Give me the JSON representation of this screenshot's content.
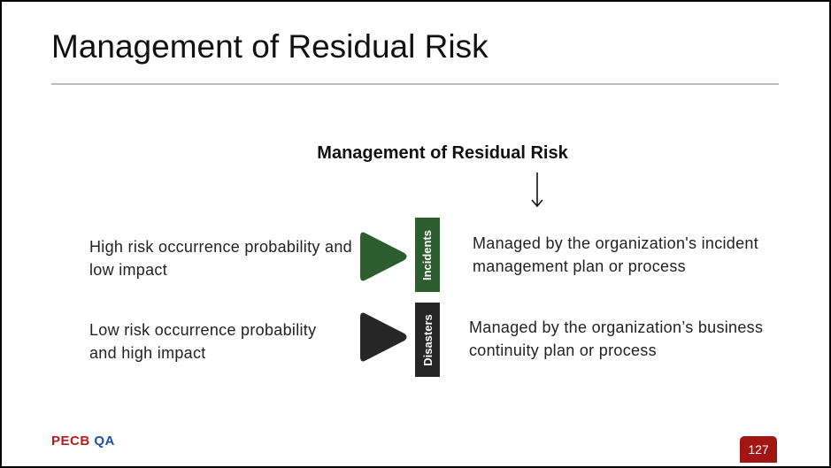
{
  "slide": {
    "title": "Management of Residual Risk",
    "heading": "Management of Residual Risk",
    "rows": [
      {
        "condition": "High risk occurrence probability and low impact",
        "tag": "Incidents",
        "managed_by": "Managed by the organization's incident management plan or process",
        "color": "#2b5d2e"
      },
      {
        "condition": "Low risk occurrence probability and high impact",
        "tag": "Disasters",
        "managed_by": "Managed by the organization’s business continuity plan or process",
        "color": "#262626"
      }
    ],
    "logo": {
      "part1": "PECB",
      "part2": "QA"
    },
    "page_number": "127",
    "icons": {
      "arrow": "down-arrow-icon",
      "triangle": "play-triangle-icon"
    }
  }
}
